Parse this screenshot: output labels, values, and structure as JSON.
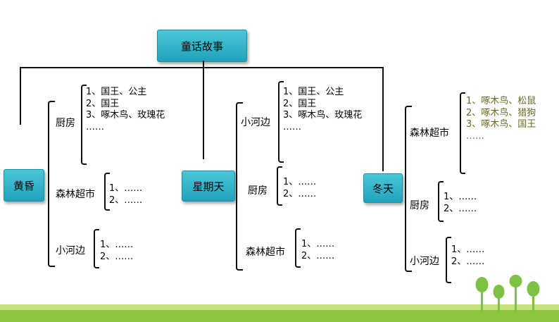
{
  "root": {
    "label": "童话故事"
  },
  "branches": [
    {
      "label": "黄昏",
      "subs": [
        {
          "label": "厨房",
          "items": [
            "1、国王、公主",
            "2、国王",
            "3、啄木鸟、玫瑰花",
            "……"
          ]
        },
        {
          "label": "森林超市",
          "items": [
            "1、……",
            "2、……"
          ]
        },
        {
          "label": "小河边",
          "items": [
            "1、……",
            "2、……"
          ]
        }
      ]
    },
    {
      "label": "星期天",
      "subs": [
        {
          "label": "小河边",
          "items": [
            "1、国王、公主",
            "2、国王",
            "3、啄木鸟、玫瑰花",
            "……"
          ]
        },
        {
          "label": "厨房",
          "items": [
            "1、……",
            "2、……"
          ]
        },
        {
          "label": "森林超市",
          "items": [
            "1、……",
            "2、……"
          ]
        }
      ]
    },
    {
      "label": "冬天",
      "subs": [
        {
          "label": "森林超市",
          "items": [
            "1、啄木鸟、松鼠",
            "2、啄木鸟、猎狗",
            "3、啄木鸟、国王",
            "……"
          ]
        },
        {
          "label": "厨房",
          "items": [
            "1、……",
            "2、……"
          ]
        },
        {
          "label": "小河边",
          "items": [
            "1、……",
            "2、……"
          ]
        }
      ]
    }
  ],
  "colors": {
    "node_fill": "#2ab3c8",
    "olive_text": "#6b6b1e",
    "tree_green": "#7dc242",
    "ground": "#8cc63f"
  }
}
